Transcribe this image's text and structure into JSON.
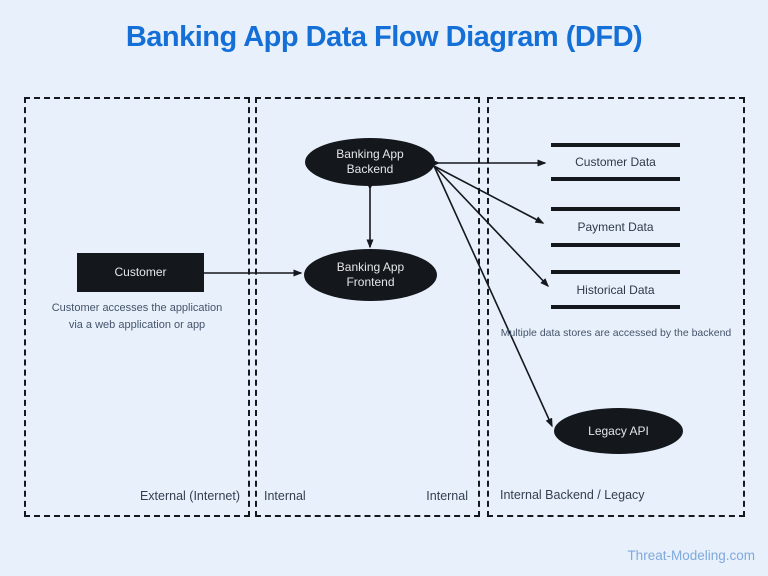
{
  "title": "Banking App Data Flow Diagram (DFD)",
  "colors": {
    "background": "#e8f1fb",
    "title_blue": "#146fd7",
    "node_fill": "#14171c",
    "node_text": "#e4e7e9",
    "line_black": "#15181d",
    "annotation_slate": "#44536a",
    "brand_blue": "#7fa9dc"
  },
  "zones": {
    "external": {
      "label": "External (Internet)"
    },
    "internal": {
      "label_left": "Internal",
      "label_right": "Internal"
    },
    "backend_legacy": {
      "label": "Internal Backend / Legacy"
    }
  },
  "nodes": {
    "customer": {
      "label": "Customer",
      "caption_line1": "Customer accesses the application",
      "caption_line2": "via a web application or app"
    },
    "backend": {
      "label_line1": "Banking App",
      "label_line2": "Backend"
    },
    "frontend": {
      "label_line1": "Banking App",
      "label_line2": "Frontend"
    },
    "legacy_api": {
      "label": "Legacy API"
    }
  },
  "datastores": [
    {
      "label": "Customer Data"
    },
    {
      "label": "Payment Data"
    },
    {
      "label": "Historical Data"
    }
  ],
  "datastores_note": "Multiple data stores are accessed by the backend",
  "footer": {
    "brand": "Threat-Modeling.com"
  }
}
